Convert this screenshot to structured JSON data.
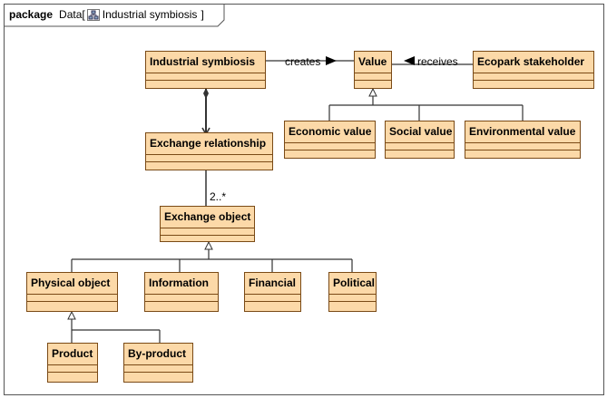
{
  "frame": {
    "keyword": "package",
    "name": "Data",
    "open_bracket": "[",
    "diagram_name": "Industrial symbiosis",
    "close_bracket": "]"
  },
  "classes": {
    "industrial_symbiosis": "Industrial symbiosis",
    "value": "Value",
    "ecopark_stakeholder": "Ecopark stakeholder",
    "economic_value": "Economic value",
    "social_value": "Social value",
    "environmental_value": "Environmental value",
    "exchange_relationship": "Exchange relationship",
    "exchange_object": "Exchange object",
    "physical_object": "Physical object",
    "information": "Information",
    "financial": "Financial",
    "political": "Political",
    "product": "Product",
    "by_product": "By-product"
  },
  "associations": {
    "creates": "creates",
    "receives": "receives",
    "multiplicity": "2..*"
  },
  "colors": {
    "class_fill": "#fcd9a8",
    "class_border": "#7a4a16",
    "line": "#333333"
  },
  "icons": {
    "diagram": "class-diagram-icon",
    "creates_arrow": "triangle-right-icon",
    "receives_arrow": "triangle-left-icon"
  }
}
